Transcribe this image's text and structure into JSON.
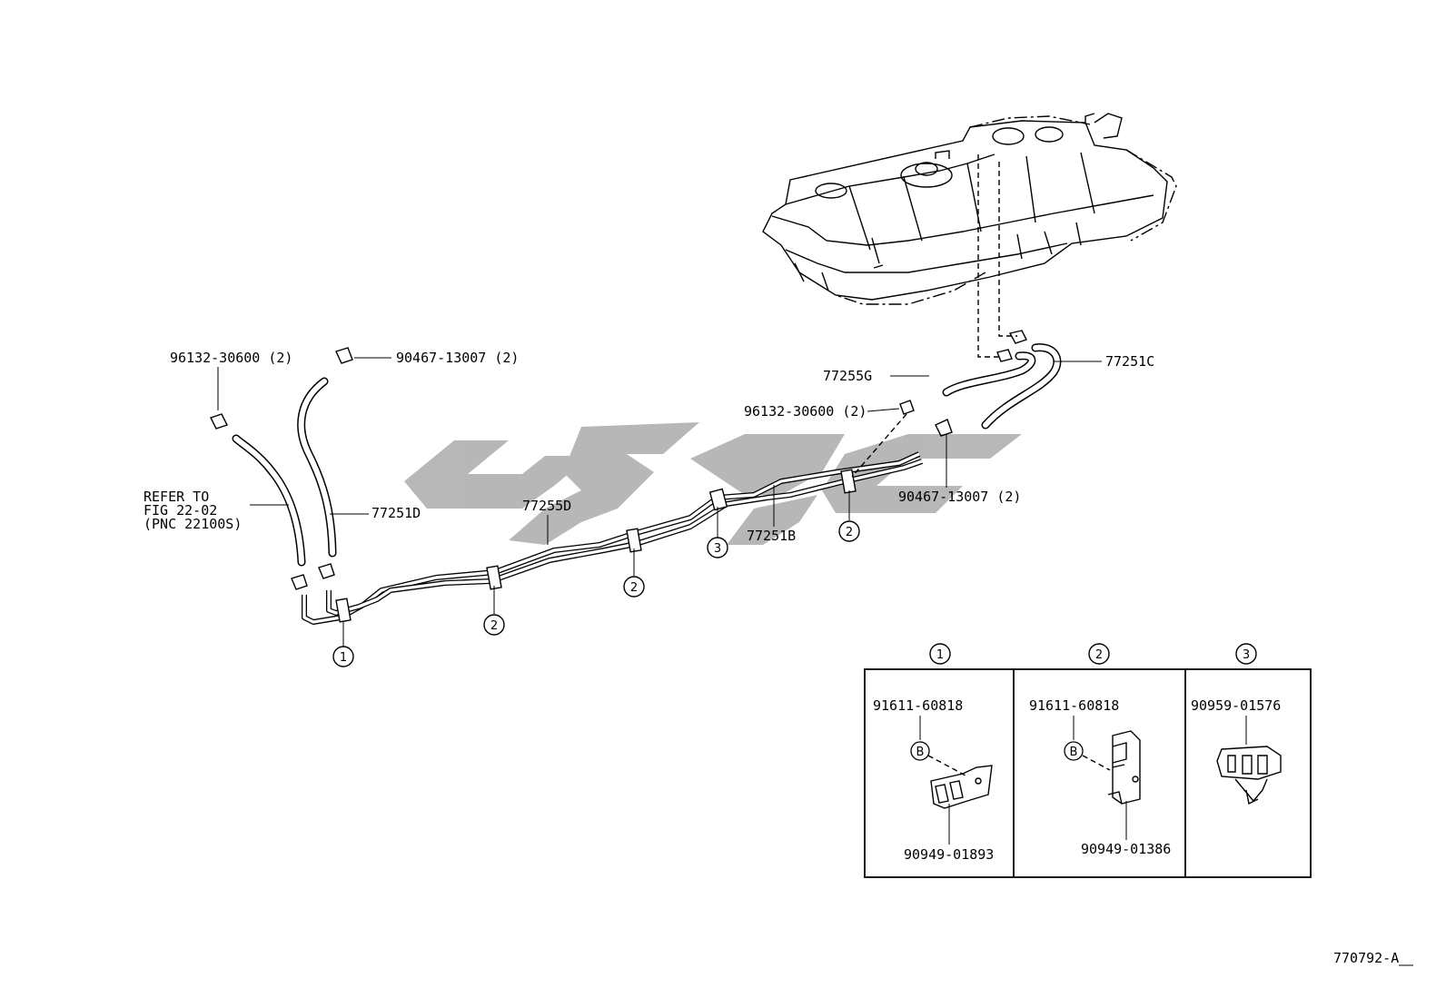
{
  "watermark": {
    "text": "",
    "color": "#b4b4b4"
  },
  "labels": {
    "clamp_left_top": "96132-30600 (2)",
    "clip_left_top": "90467-13007 (2)",
    "refer_line1": "REFER TO",
    "refer_line2": "FIG 22-02",
    "refer_line3": "(PNC 22100S)",
    "hose_77251D": "77251D",
    "tube_77255D": "77255D",
    "tube_77251B": "77251B",
    "hose_77255G": "77255G",
    "hose_77251C": "77251C",
    "clamp_right": "96132-30600 (2)",
    "clip_right": "90467-13007 (2)",
    "diagram_code": "770792-A"
  },
  "callouts": {
    "c1": "1",
    "c2": "2",
    "c3": "3"
  },
  "detail_panel": {
    "panel1": {
      "number": "1",
      "bolt": "91611-60818",
      "bolt_marker": "B",
      "clamp": "90949-01893"
    },
    "panel2": {
      "number": "2",
      "bolt": "91611-60818",
      "bolt_marker": "B",
      "clamp": "90949-01386"
    },
    "panel3": {
      "number": "3",
      "clamp": "90959-01576"
    }
  }
}
